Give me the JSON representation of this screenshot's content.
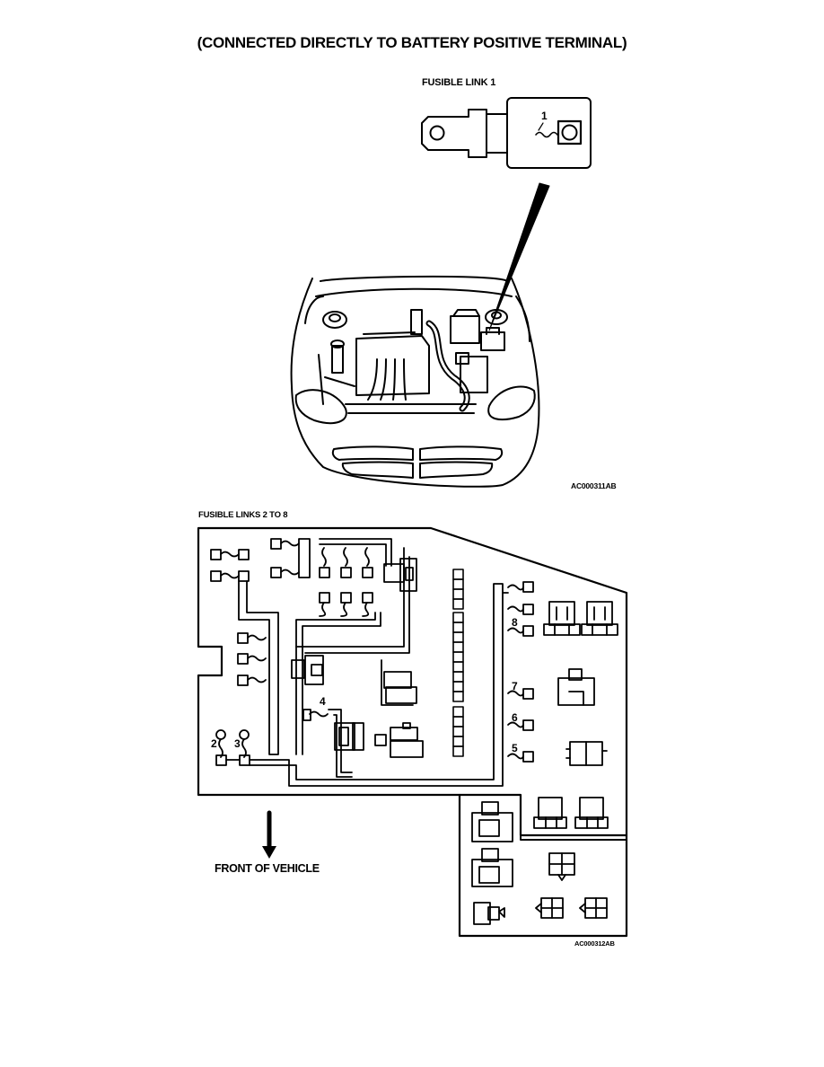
{
  "header": {
    "title": "(CONNECTED DIRECTLY TO BATTERY POSITIVE TERMINAL)"
  },
  "figure1": {
    "inset_label": "FUSIBLE LINK 1",
    "callout_number": "1",
    "figure_code": "AC000311AB"
  },
  "figure2": {
    "label": "FUSIBLE LINKS 2 TO 8",
    "link_numbers": {
      "l2": "2",
      "l3": "3",
      "l4": "4",
      "l5": "5",
      "l6": "6",
      "l7": "7",
      "l8": "8"
    },
    "front_label": "FRONT OF VEHICLE",
    "figure_code": "AC000312AB"
  },
  "colors": {
    "ink": "#000000",
    "paper": "#ffffff"
  }
}
